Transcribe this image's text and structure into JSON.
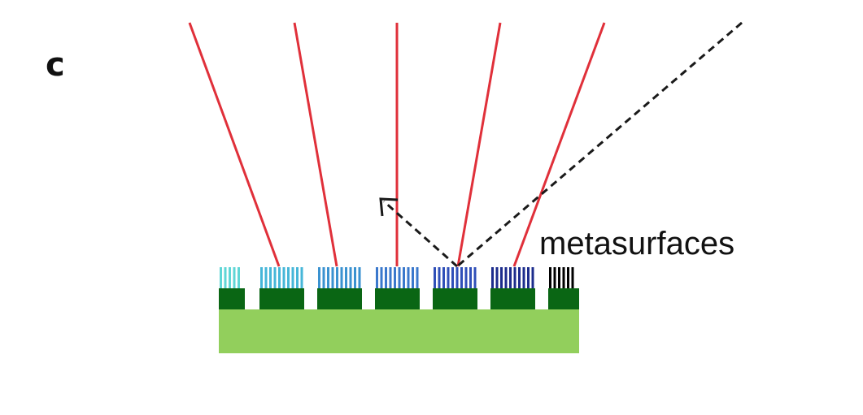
{
  "panel_label": "c",
  "surface_label": "metasurfaces",
  "colors": {
    "background": "#ffffff",
    "substrate": "#92cf5c",
    "base_block": "#0a6614",
    "ray": "#e0303a",
    "incident_ray": "#1a1a1a",
    "text": "#111111",
    "grating_series": [
      "#5fd6d6",
      "#46b6d8",
      "#3a92d0",
      "#3a78cc",
      "#2f4fb8",
      "#1c2c8c",
      "#000000"
    ]
  },
  "elements": {
    "unit_cells": 7,
    "deflected_rays": 5,
    "incident_ray_style": "dashed",
    "reflected_arrow_style": "dashed"
  }
}
